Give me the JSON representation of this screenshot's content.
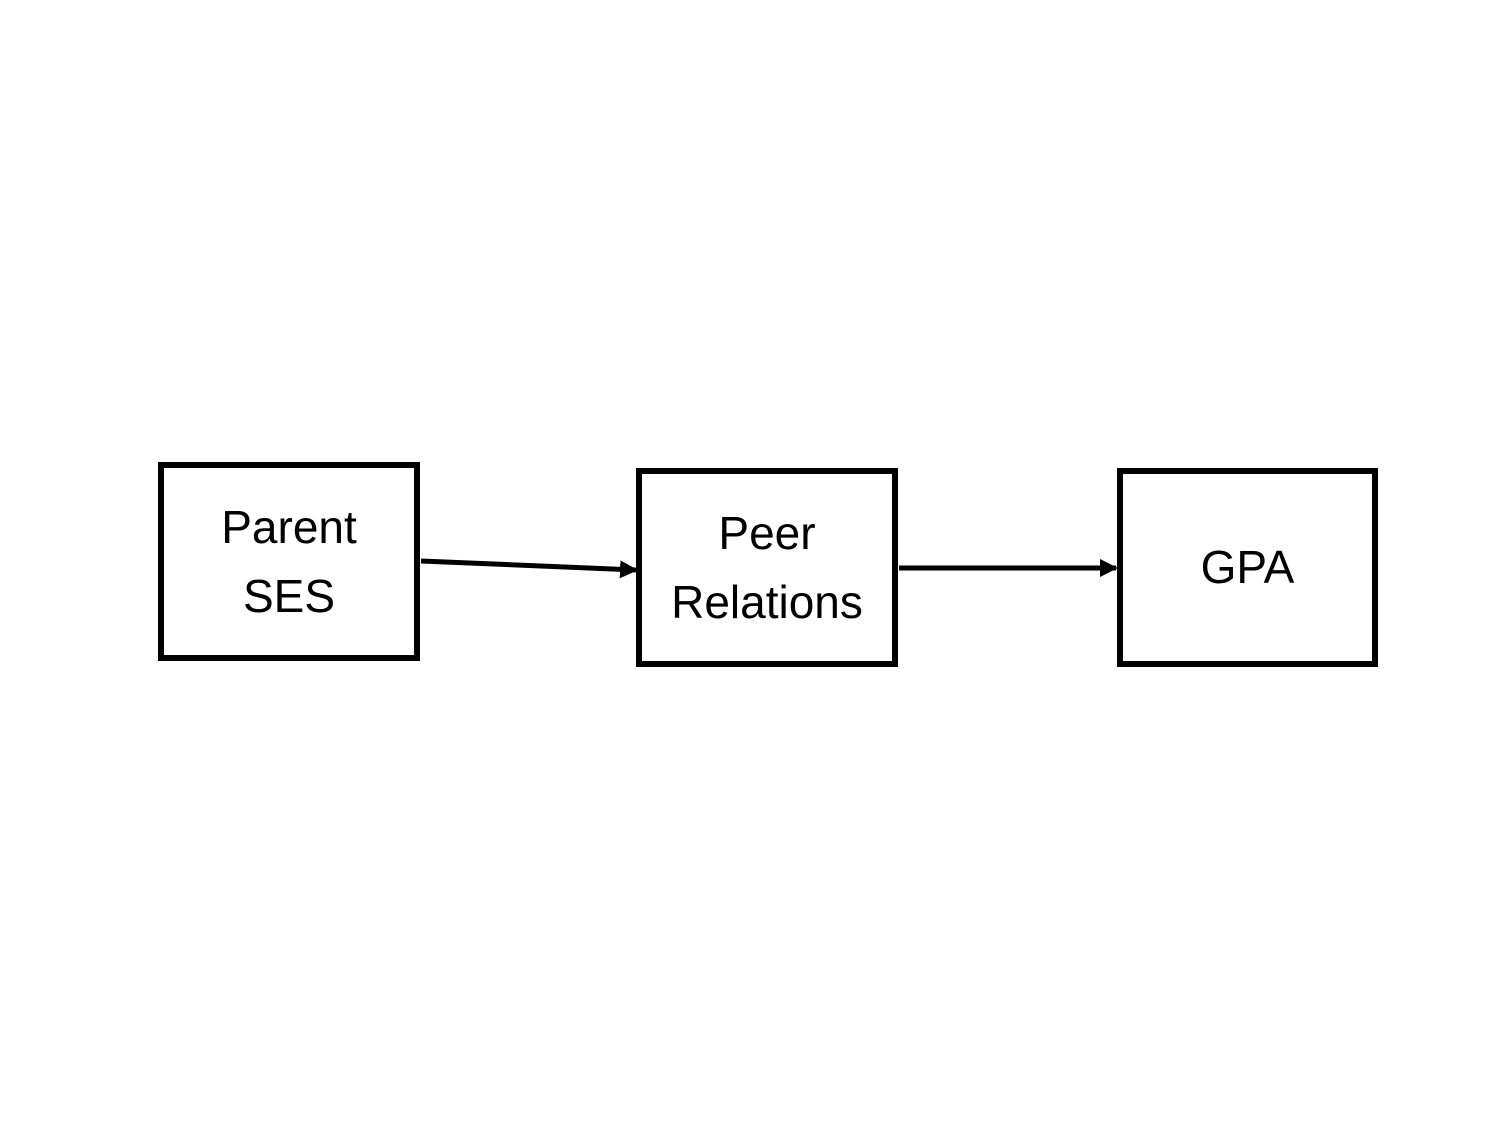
{
  "diagram": {
    "background_color": "#ffffff",
    "stroke_color": "#000000",
    "node_fill_color": "#ffffff",
    "nodes": [
      {
        "id": "parent-ses",
        "label": "Parent\nSES"
      },
      {
        "id": "peer-relations",
        "label": "Peer\nRelations"
      },
      {
        "id": "gpa",
        "label": "GPA"
      }
    ],
    "edges": [
      {
        "from": "parent-ses",
        "to": "peer-relations",
        "style": "arrow"
      },
      {
        "from": "peer-relations",
        "to": "gpa",
        "style": "arrow"
      }
    ]
  }
}
